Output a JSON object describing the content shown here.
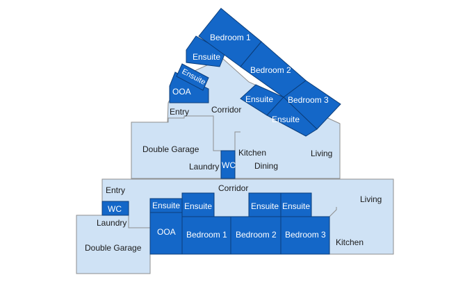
{
  "colors": {
    "common_area": "#cfe2f5",
    "private_room": "#1467c8",
    "outline": "#8e8e8e"
  },
  "upper_plan": {
    "entry": "Entry",
    "corridor": "Corridor",
    "double_garage": "Double Garage",
    "laundry": "Laundry",
    "wc": "WC",
    "kitchen": "Kitchen",
    "dining": "Dining",
    "living": "Living",
    "ooa": "OOA",
    "ensuite_small": "Ensuite",
    "ensuite_1": "Ensuite",
    "ensuite_2": "Ensuite",
    "ensuite_3": "Ensuite",
    "bedroom_1": "Bedroom 1",
    "bedroom_2": "Bedroom 2",
    "bedroom_3": "Bedroom 3"
  },
  "lower_plan": {
    "entry": "Entry",
    "corridor": "Corridor",
    "wc": "WC",
    "laundry": "Laundry",
    "double_garage": "Double Garage",
    "living": "Living",
    "kitchen": "Kitchen",
    "ooa": "OOA",
    "ensuite_ooa": "Ensuite",
    "ensuite_1": "Ensuite",
    "ensuite_2": "Ensuite",
    "ensuite_3": "Ensuite",
    "bedroom_1": "Bedroom 1",
    "bedroom_2": "Bedroom 2",
    "bedroom_3": "Bedroom 3"
  }
}
